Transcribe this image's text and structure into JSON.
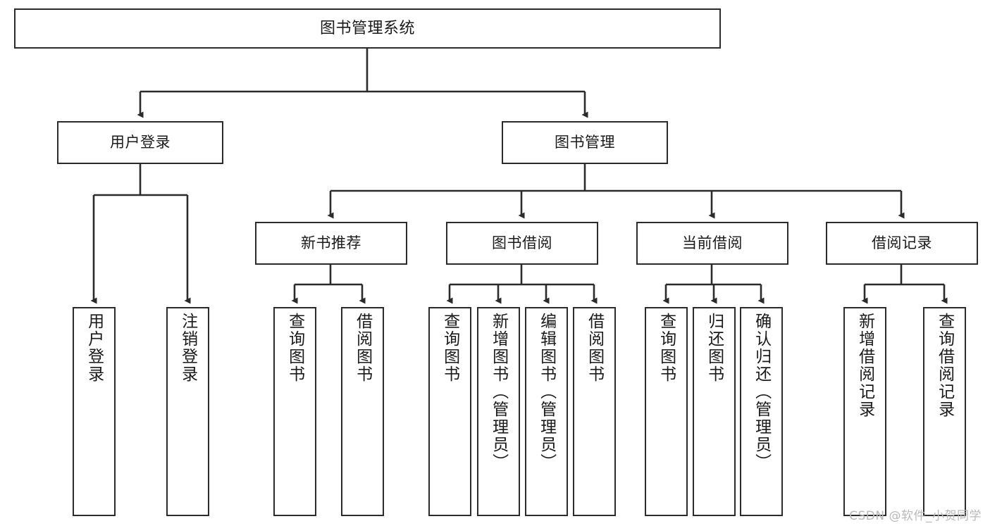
{
  "diagram": {
    "type": "tree-hierarchy",
    "title": "图书管理系统",
    "watermark": "CSDN @软件_小贺同学",
    "colors": {
      "stroke": "#2b2b2b",
      "fill": "#ffffff",
      "text": "#1a1a1a",
      "watermark": "#b9b9b9"
    },
    "nodes": {
      "root": {
        "label": "图书管理系统",
        "level": 1,
        "orientation": "horizontal"
      },
      "user_login": {
        "label": "用户登录",
        "level": 2,
        "orientation": "horizontal"
      },
      "book_manage": {
        "label": "图书管理",
        "level": 2,
        "orientation": "horizontal"
      },
      "new_book_rec": {
        "label": "新书推荐",
        "level": 3,
        "orientation": "horizontal"
      },
      "book_borrow": {
        "label": "图书借阅",
        "level": 3,
        "orientation": "horizontal"
      },
      "current_borrow": {
        "label": "当前借阅",
        "level": 3,
        "orientation": "horizontal"
      },
      "borrow_record": {
        "label": "借阅记录",
        "level": 3,
        "orientation": "horizontal"
      },
      "leaf_user_login": {
        "label": "用户登录",
        "level": 3,
        "orientation": "vertical"
      },
      "leaf_logout": {
        "label": "注销登录",
        "level": 3,
        "orientation": "vertical"
      },
      "leaf_query_book_1": {
        "label": "查询图书",
        "level": 4,
        "orientation": "vertical"
      },
      "leaf_borrow_book_1": {
        "label": "借阅图书",
        "level": 4,
        "orientation": "vertical"
      },
      "leaf_query_book_2": {
        "label": "查询图书",
        "level": 4,
        "orientation": "vertical"
      },
      "leaf_add_book": {
        "label": "新增图书（管理员）",
        "level": 4,
        "orientation": "vertical"
      },
      "leaf_edit_book": {
        "label": "编辑图书（管理员）",
        "level": 4,
        "orientation": "vertical"
      },
      "leaf_borrow_book_2": {
        "label": "借阅图书",
        "level": 4,
        "orientation": "vertical"
      },
      "leaf_query_book_3": {
        "label": "查询图书",
        "level": 4,
        "orientation": "vertical"
      },
      "leaf_return_book": {
        "label": "归还图书",
        "level": 4,
        "orientation": "vertical"
      },
      "leaf_confirm_return": {
        "label": "确认归还（管理员）",
        "level": 4,
        "orientation": "vertical"
      },
      "leaf_add_record": {
        "label": "新增借阅记录",
        "level": 4,
        "orientation": "vertical"
      },
      "leaf_query_record": {
        "label": "查询借阅记录",
        "level": 4,
        "orientation": "vertical"
      }
    },
    "edges": [
      {
        "from": "root",
        "to": "user_login"
      },
      {
        "from": "root",
        "to": "book_manage"
      },
      {
        "from": "user_login",
        "to": "leaf_user_login"
      },
      {
        "from": "user_login",
        "to": "leaf_logout"
      },
      {
        "from": "book_manage",
        "to": "new_book_rec"
      },
      {
        "from": "book_manage",
        "to": "book_borrow"
      },
      {
        "from": "book_manage",
        "to": "current_borrow"
      },
      {
        "from": "book_manage",
        "to": "borrow_record"
      },
      {
        "from": "new_book_rec",
        "to": "leaf_query_book_1"
      },
      {
        "from": "new_book_rec",
        "to": "leaf_borrow_book_1"
      },
      {
        "from": "book_borrow",
        "to": "leaf_query_book_2"
      },
      {
        "from": "book_borrow",
        "to": "leaf_add_book"
      },
      {
        "from": "book_borrow",
        "to": "leaf_edit_book"
      },
      {
        "from": "book_borrow",
        "to": "leaf_borrow_book_2"
      },
      {
        "from": "current_borrow",
        "to": "leaf_query_book_3"
      },
      {
        "from": "current_borrow",
        "to": "leaf_return_book"
      },
      {
        "from": "current_borrow",
        "to": "leaf_confirm_return"
      },
      {
        "from": "borrow_record",
        "to": "leaf_add_record"
      },
      {
        "from": "borrow_record",
        "to": "leaf_query_record"
      }
    ]
  }
}
